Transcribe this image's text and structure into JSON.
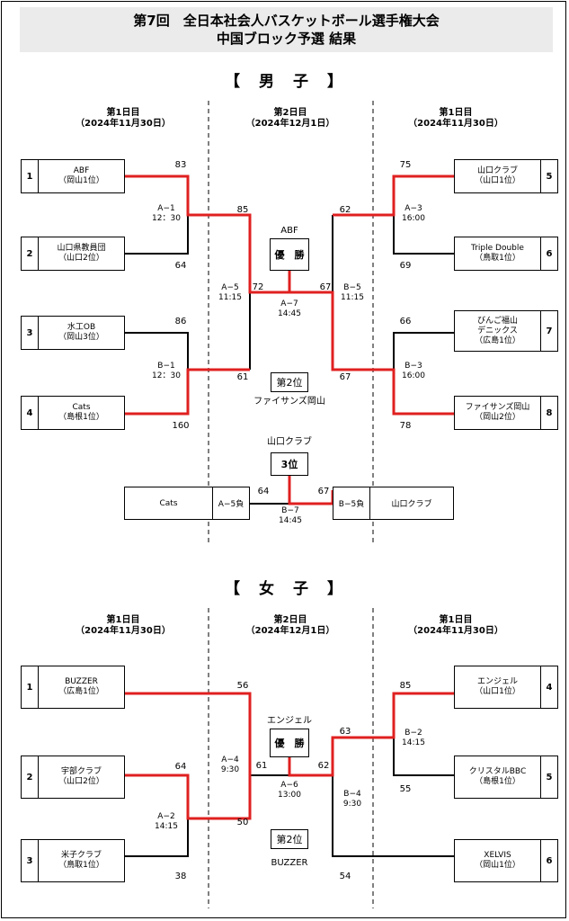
{
  "title": {
    "line1": "第7回　全日本社会人バスケットボール選手権大会",
    "line2": "中国ブロック予選 結果"
  },
  "men": {
    "heading": "【　男　子　】",
    "day_left": {
      "day": "第1日目",
      "date": "（2024年11月30日）"
    },
    "day_center": {
      "day": "第2日目",
      "date": "（2024年12月1日）"
    },
    "day_right": {
      "day": "第1日目",
      "date": "（2024年11月30日）"
    },
    "teams": [
      {
        "seed": "1",
        "name": "ABF",
        "sub": "（岡山1位）"
      },
      {
        "seed": "2",
        "name": "山口県教員団",
        "sub": "（山口2位）"
      },
      {
        "seed": "3",
        "name": "水工OB",
        "sub": "（岡山3位）"
      },
      {
        "seed": "4",
        "name": "Cats",
        "sub": "（島根1位）"
      },
      {
        "seed": "5",
        "name": "山口クラブ",
        "sub": "（山口1位）"
      },
      {
        "seed": "6",
        "name": "Triple Double",
        "sub": "（鳥取1位）"
      },
      {
        "seed": "7",
        "name": "びんご福山",
        "name2": "デニックス",
        "sub": "（広島1位）"
      },
      {
        "seed": "8",
        "name": "ファイサンズ岡山",
        "sub": "（岡山2位）"
      }
    ],
    "scores": {
      "s1": "83",
      "s2": "64",
      "s3": "86",
      "s4": "160",
      "s5": "75",
      "s6": "69",
      "s7": "66",
      "s8": "78",
      "a5_top": "85",
      "a5_bot": "61",
      "b5_top": "62",
      "b5_bot": "67",
      "a7_left": "72",
      "a7_right": "67",
      "b7_left": "64",
      "b7_right": "67"
    },
    "games": {
      "a1": "A−1",
      "a1t": "12：30",
      "b1": "B−1",
      "b1t": "12：30",
      "a3": "A−3",
      "a3t": "16:00",
      "b3": "B−3",
      "b3t": "16:00",
      "a5": "A−5",
      "a5t": "11:15",
      "b5": "B−5",
      "b5t": "11:15",
      "a7": "A−7",
      "a7t": "14:45",
      "b7": "B−7",
      "b7t": "14:45"
    },
    "champion_name": "ABF",
    "champion_label": "優　勝",
    "second_label": "第2位",
    "second_name": "ファイサンズ岡山",
    "third_name": "山口クラブ",
    "third_label": "3位",
    "third_left": {
      "team": "Cats",
      "tag": "A−5負"
    },
    "third_right": {
      "team": "山口クラブ",
      "tag": "B−5負"
    }
  },
  "women": {
    "heading": "【　女　子　】",
    "day_left": {
      "day": "第1日目",
      "date": "（2024年11月30日）"
    },
    "day_center": {
      "day": "第2日目",
      "date": "（2024年12月1日）"
    },
    "day_right": {
      "day": "第1日目",
      "date": "（2024年11月30日）"
    },
    "teams": [
      {
        "seed": "1",
        "name": "BUZZER",
        "sub": "（広島1位）"
      },
      {
        "seed": "2",
        "name": "宇部クラブ",
        "sub": "（山口2位）"
      },
      {
        "seed": "3",
        "name": "米子クラブ",
        "sub": "（鳥取1位）"
      },
      {
        "seed": "4",
        "name": "エンジェル",
        "sub": "（山口1位）"
      },
      {
        "seed": "5",
        "name": "クリスタルBBC",
        "sub": "（島根1位）"
      },
      {
        "seed": "6",
        "name": "XELVIS",
        "sub": "（岡山1位）"
      }
    ],
    "scores": {
      "w1": "56",
      "a2_top": "64",
      "a2_bot": "38",
      "a4_bot": "50",
      "w4": "85",
      "w5": "55",
      "b4_top": "63",
      "w6": "54",
      "a6_left": "61",
      "a6_right": "62"
    },
    "games": {
      "a2": "A−2",
      "a2t": "14:15",
      "b2": "B−2",
      "b2t": "14:15",
      "a4": "A−4",
      "a4t": "9:30",
      "b4": "B−4",
      "b4t": "9:30",
      "a6": "A−6",
      "a6t": "13:00"
    },
    "champion_name": "エンジェル",
    "champion_label": "優　勝",
    "second_label": "第2位",
    "second_name": "BUZZER"
  }
}
